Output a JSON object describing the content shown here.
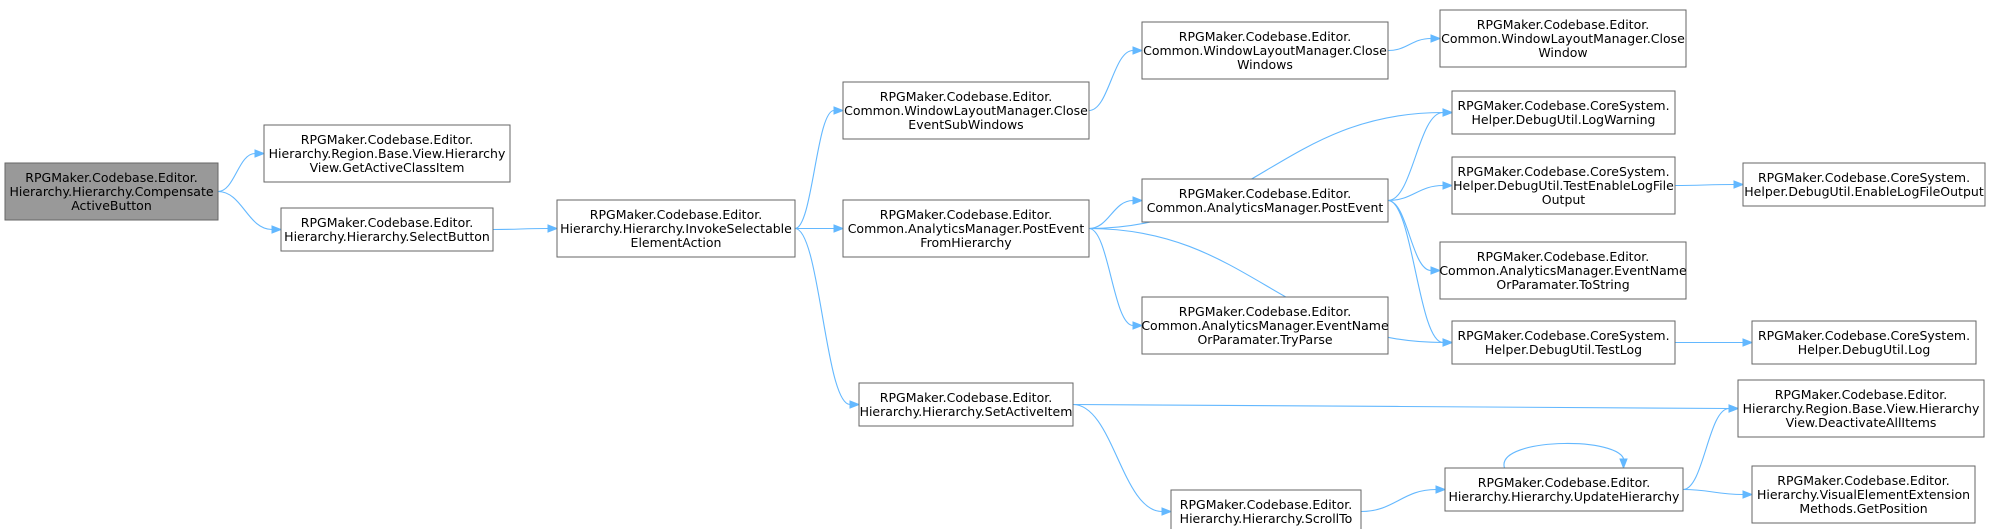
{
  "colors": {
    "edge": "#63b8ff",
    "node_border": "#666666",
    "node_fill": "#ffffff",
    "root_fill": "#999999"
  },
  "nodes": {
    "compensate": {
      "lines": [
        "RPGMaker.Codebase.Editor.",
        "Hierarchy.Hierarchy.Compensate",
        "ActiveButton"
      ]
    },
    "getactiveclassitem": {
      "lines": [
        "RPGMaker.Codebase.Editor.",
        "Hierarchy.Region.Base.View.Hierarchy",
        "View.GetActiveClassItem"
      ]
    },
    "selectbutton": {
      "lines": [
        "RPGMaker.Codebase.Editor.",
        "Hierarchy.Hierarchy.SelectButton"
      ]
    },
    "invokeselectable": {
      "lines": [
        "RPGMaker.Codebase.Editor.",
        "Hierarchy.Hierarchy.InvokeSelectable",
        "ElementAction"
      ]
    },
    "closeeventsubwindows": {
      "lines": [
        "RPGMaker.Codebase.Editor.",
        "Common.WindowLayoutManager.Close",
        "EventSubWindows"
      ]
    },
    "posteventfromhierarchy": {
      "lines": [
        "RPGMaker.Codebase.Editor.",
        "Common.AnalyticsManager.PostEvent",
        "FromHierarchy"
      ]
    },
    "setactiveitem": {
      "lines": [
        "RPGMaker.Codebase.Editor.",
        "Hierarchy.Hierarchy.SetActiveItem"
      ]
    },
    "closewindows": {
      "lines": [
        "RPGMaker.Codebase.Editor.",
        "Common.WindowLayoutManager.Close",
        "Windows"
      ]
    },
    "postevent": {
      "lines": [
        "RPGMaker.Codebase.Editor.",
        "Common.AnalyticsManager.PostEvent"
      ]
    },
    "tryparse": {
      "lines": [
        "RPGMaker.Codebase.Editor.",
        "Common.AnalyticsManager.EventName",
        "OrParamater.TryParse"
      ]
    },
    "scrollto": {
      "lines": [
        "RPGMaker.Codebase.Editor.",
        "Hierarchy.Hierarchy.ScrollTo"
      ]
    },
    "closewindow": {
      "lines": [
        "RPGMaker.Codebase.Editor.",
        "Common.WindowLayoutManager.Close",
        "Window"
      ]
    },
    "logwarning": {
      "lines": [
        "RPGMaker.Codebase.CoreSystem.",
        "Helper.DebugUtil.LogWarning"
      ]
    },
    "testenablelogfileoutput": {
      "lines": [
        "RPGMaker.Codebase.CoreSystem.",
        "Helper.DebugUtil.TestEnableLogFile",
        "Output"
      ]
    },
    "tostring": {
      "lines": [
        "RPGMaker.Codebase.Editor.",
        "Common.AnalyticsManager.EventName",
        "OrParamater.ToString"
      ]
    },
    "testlog": {
      "lines": [
        "RPGMaker.Codebase.CoreSystem.",
        "Helper.DebugUtil.TestLog"
      ]
    },
    "updatehierarchy": {
      "lines": [
        "RPGMaker.Codebase.Editor.",
        "Hierarchy.Hierarchy.UpdateHierarchy"
      ]
    },
    "enablelogfileoutput": {
      "lines": [
        "RPGMaker.Codebase.CoreSystem.",
        "Helper.DebugUtil.EnableLogFileOutput"
      ]
    },
    "log": {
      "lines": [
        "RPGMaker.Codebase.CoreSystem.",
        "Helper.DebugUtil.Log"
      ]
    },
    "deactivateallitems": {
      "lines": [
        "RPGMaker.Codebase.Editor.",
        "Hierarchy.Region.Base.View.Hierarchy",
        "View.DeactivateAllItems"
      ]
    },
    "getposition": {
      "lines": [
        "RPGMaker.Codebase.Editor.",
        "Hierarchy.VisualElementExtension",
        "Methods.GetPosition"
      ]
    }
  },
  "edges": [
    [
      "compensate",
      "getactiveclassitem"
    ],
    [
      "compensate",
      "selectbutton"
    ],
    [
      "selectbutton",
      "invokeselectable"
    ],
    [
      "invokeselectable",
      "closeeventsubwindows"
    ],
    [
      "invokeselectable",
      "posteventfromhierarchy"
    ],
    [
      "invokeselectable",
      "setactiveitem"
    ],
    [
      "closeeventsubwindows",
      "closewindows"
    ],
    [
      "closewindows",
      "closewindow"
    ],
    [
      "posteventfromhierarchy",
      "logwarning"
    ],
    [
      "posteventfromhierarchy",
      "postevent"
    ],
    [
      "posteventfromhierarchy",
      "tryparse"
    ],
    [
      "posteventfromhierarchy",
      "testlog"
    ],
    [
      "postevent",
      "logwarning"
    ],
    [
      "postevent",
      "testenablelogfileoutput"
    ],
    [
      "postevent",
      "tostring"
    ],
    [
      "postevent",
      "testlog"
    ],
    [
      "testenablelogfileoutput",
      "enablelogfileoutput"
    ],
    [
      "testlog",
      "log"
    ],
    [
      "setactiveitem",
      "deactivateallitems"
    ],
    [
      "setactiveitem",
      "scrollto"
    ],
    [
      "scrollto",
      "updatehierarchy"
    ],
    [
      "updatehierarchy",
      "updatehierarchy"
    ],
    [
      "updatehierarchy",
      "deactivateallitems"
    ],
    [
      "updatehierarchy",
      "getposition"
    ]
  ]
}
